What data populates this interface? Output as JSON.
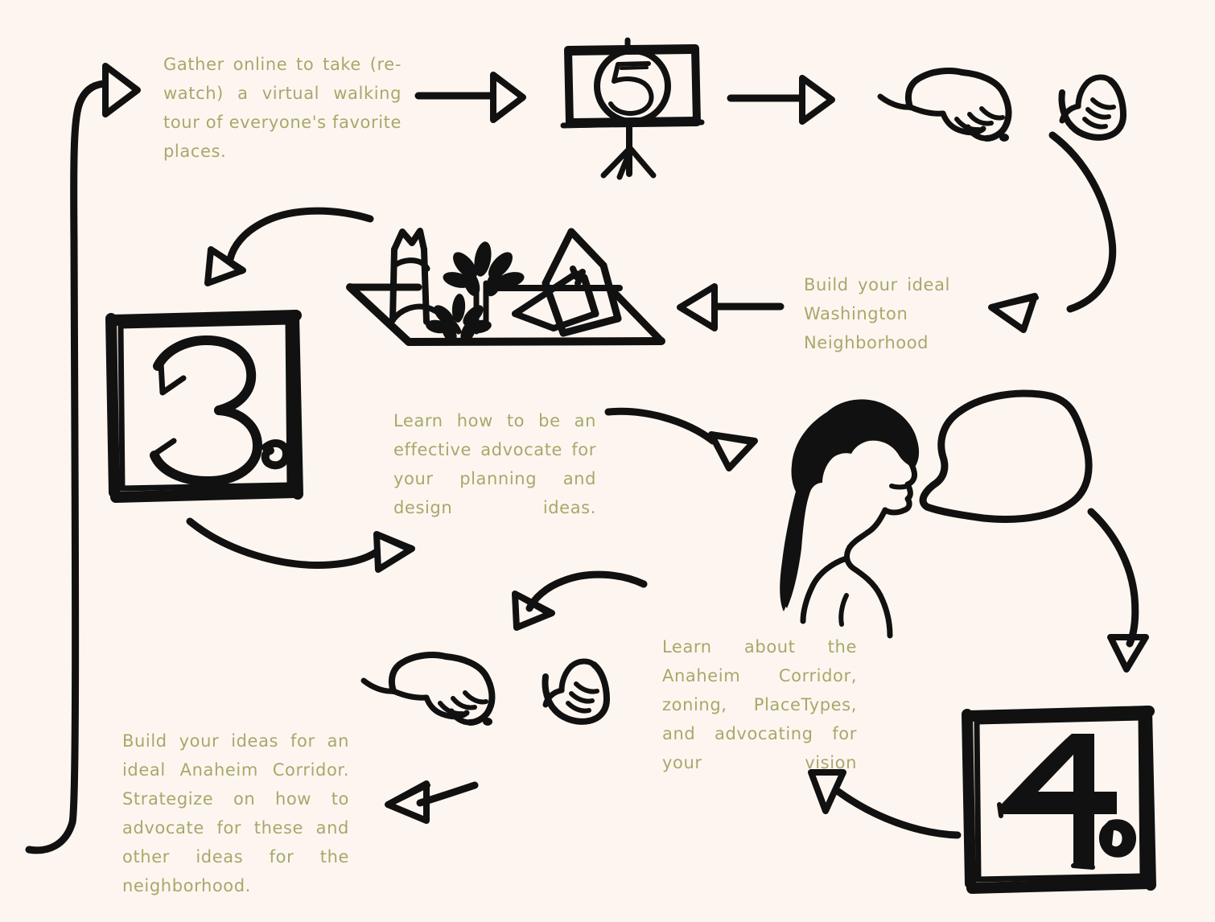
{
  "page": {
    "title": "Community Engagement Process Flow Diagram",
    "background_color": "#FDF6F0",
    "ink_color": "#111111",
    "text_color": "#A7A86B",
    "style": "hand-drawn sketch"
  },
  "captions": {
    "gather": "Gather online to take (re-watch) a virtual walking tour of everyone's favorite places.",
    "build_washington": "Build your ideal Washington Neighborhood",
    "learn_advocate": "Learn how to be an effective advocate for your planning and design ideas.",
    "learn_anaheim": "Learn about the Anaheim Corridor, zoning, PlaceTypes, and advocating for your vision",
    "build_anaheim": "Build your ideas for an ideal Anaheim Corridor. Strategize on how to advocate for these and other ideas for the neighborhood."
  },
  "steps": [
    {
      "number": "5",
      "label": "5",
      "icon": "presentation-screen-icon",
      "style": "circled numeral on easel screen"
    },
    {
      "number": "3",
      "label": "3.",
      "icon": "number-box-icon",
      "style": "brush numeral in sketched square"
    },
    {
      "number": "4",
      "label": "4.",
      "icon": "number-box-icon",
      "style": "brush numeral in sketched square"
    }
  ],
  "illustrations": [
    {
      "name": "presentation-screen-illustration",
      "description": "Easel with screen showing circled number 5"
    },
    {
      "name": "hands-illustration-top",
      "description": "Two hands building, top right"
    },
    {
      "name": "model-diorama-illustration",
      "description": "Tabletop model with building, flowers and folded paper"
    },
    {
      "name": "number-box-three-illustration",
      "description": "Sketched square containing numeral 3."
    },
    {
      "name": "speaking-person-illustration",
      "description": "Woman in profile with ponytail speaking, empty speech bubble"
    },
    {
      "name": "hands-illustration-bottom",
      "description": "Two hands building, bottom middle"
    },
    {
      "name": "number-box-four-illustration",
      "description": "Sketched square containing numeral 4."
    }
  ],
  "arrows": [
    {
      "name": "arrow-to-gather",
      "from": "loop-left-return",
      "to": "gather-caption",
      "direction": "up-right"
    },
    {
      "name": "arrow-gather-to-five",
      "from": "gather-caption",
      "to": "presentation-screen",
      "direction": "right"
    },
    {
      "name": "arrow-five-to-hands",
      "from": "presentation-screen",
      "to": "hands-top",
      "direction": "right"
    },
    {
      "name": "arrow-hands-to-build-washington",
      "from": "hands-top",
      "to": "build-washington-caption",
      "direction": "down-left"
    },
    {
      "name": "arrow-build-washington-to-model",
      "from": "build-washington-caption",
      "to": "model-diorama",
      "direction": "left"
    },
    {
      "name": "arrow-model-to-three",
      "from": "model-diorama",
      "to": "number-box-three",
      "direction": "down-left"
    },
    {
      "name": "arrow-three-to-learn-advocate",
      "from": "number-box-three",
      "to": "learn-advocate-caption",
      "direction": "right"
    },
    {
      "name": "arrow-learn-advocate-to-person",
      "from": "learn-advocate-caption",
      "to": "speaking-person",
      "direction": "right"
    },
    {
      "name": "arrow-person-to-learn-anaheim",
      "from": "speaking-person",
      "to": "learn-anaheim-caption",
      "direction": "down-right"
    },
    {
      "name": "arrow-four-to-learn-anaheim",
      "from": "number-box-four",
      "to": "learn-anaheim-caption",
      "direction": "up-left"
    },
    {
      "name": "arrow-learn-anaheim-to-hands",
      "from": "learn-anaheim-caption",
      "to": "hands-bottom",
      "direction": "left"
    },
    {
      "name": "arrow-hands-to-build-anaheim",
      "from": "hands-bottom",
      "to": "build-anaheim-caption",
      "direction": "left"
    }
  ]
}
